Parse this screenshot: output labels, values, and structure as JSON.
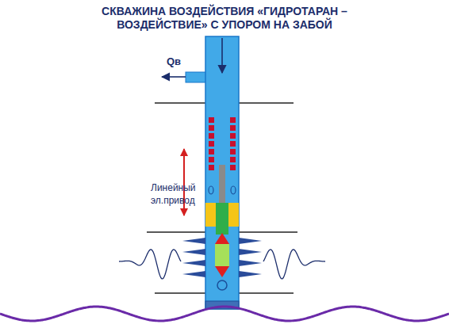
{
  "diagram": {
    "title": "СКВАЖИНА ВОЗДЕЙСТВИЯ «ГИДРОТАРАН – ВОЗДЕЙСТВИЕ» С УПОРОМ НА ЗАБОЙ",
    "labels": [
      "Qв",
      "Линейный эл.привод"
    ]
  }
}
